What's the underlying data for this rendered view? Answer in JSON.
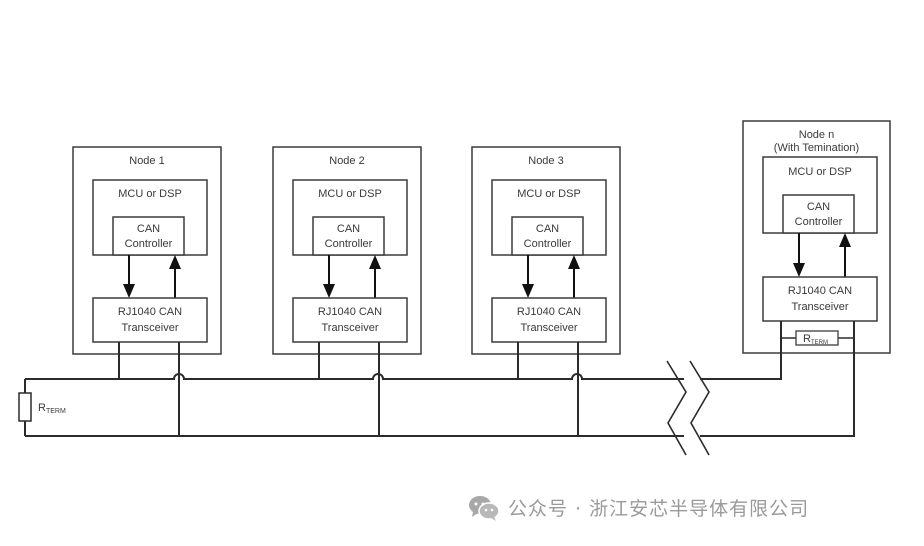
{
  "diagram": {
    "title": "CAN bus network topology",
    "nodes": [
      {
        "id": "node-1",
        "title": "Node 1",
        "subtitle": "",
        "mcu": "MCU or DSP",
        "controller_line1": "CAN",
        "controller_line2": "Controller",
        "transceiver_line1": "RJ1040 CAN",
        "transceiver_line2": "Transceiver",
        "termination": false
      },
      {
        "id": "node-2",
        "title": "Node 2",
        "subtitle": "",
        "mcu": "MCU or DSP",
        "controller_line1": "CAN",
        "controller_line2": "Controller",
        "transceiver_line1": "RJ1040 CAN",
        "transceiver_line2": "Transceiver",
        "termination": false
      },
      {
        "id": "node-3",
        "title": "Node 3",
        "subtitle": "",
        "mcu": "MCU or DSP",
        "controller_line1": "CAN",
        "controller_line2": "Controller",
        "transceiver_line1": "RJ1040 CAN",
        "transceiver_line2": "Transceiver",
        "termination": false
      },
      {
        "id": "node-n",
        "title": "Node n",
        "subtitle": "(With Temination)",
        "mcu": "MCU or DSP",
        "controller_line1": "CAN",
        "controller_line2": "Controller",
        "transceiver_line1": "RJ1040 CAN",
        "transceiver_line2": "Transceiver",
        "termination": true
      }
    ],
    "bus_resistor": {
      "main": "R",
      "sub": "TERM"
    },
    "node_resistor": {
      "main": "R",
      "sub": "TERM"
    },
    "line_color": "#2b2b2b",
    "box_color": "#3c3c3c"
  },
  "watermark": {
    "icon": "wechat-icon",
    "text": "公众号 · 浙江安芯半导体有限公司",
    "color": "#9a9a9a"
  }
}
